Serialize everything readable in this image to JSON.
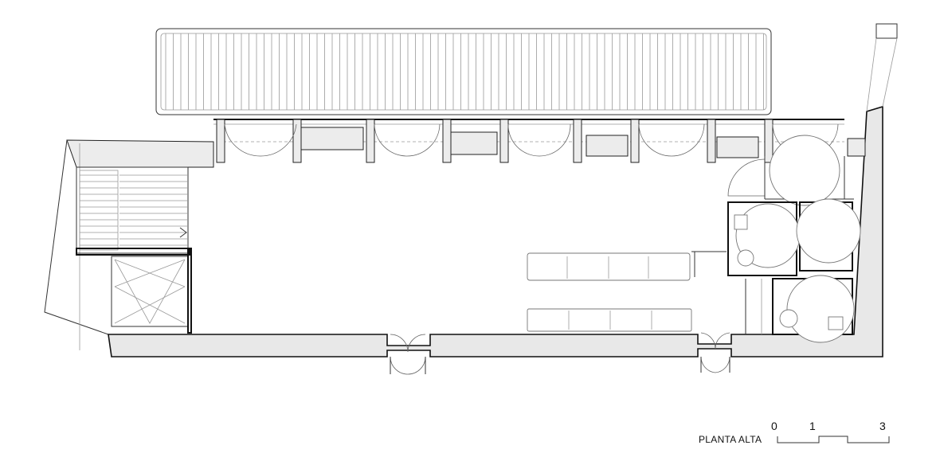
{
  "drawing": {
    "title": "PLANTA ALTA",
    "scale_bar": {
      "ticks": [
        "0",
        "1",
        "3"
      ]
    }
  },
  "colors": {
    "wall_fill": "#e8e8e8",
    "line": "#111111",
    "light_line": "#999999"
  }
}
